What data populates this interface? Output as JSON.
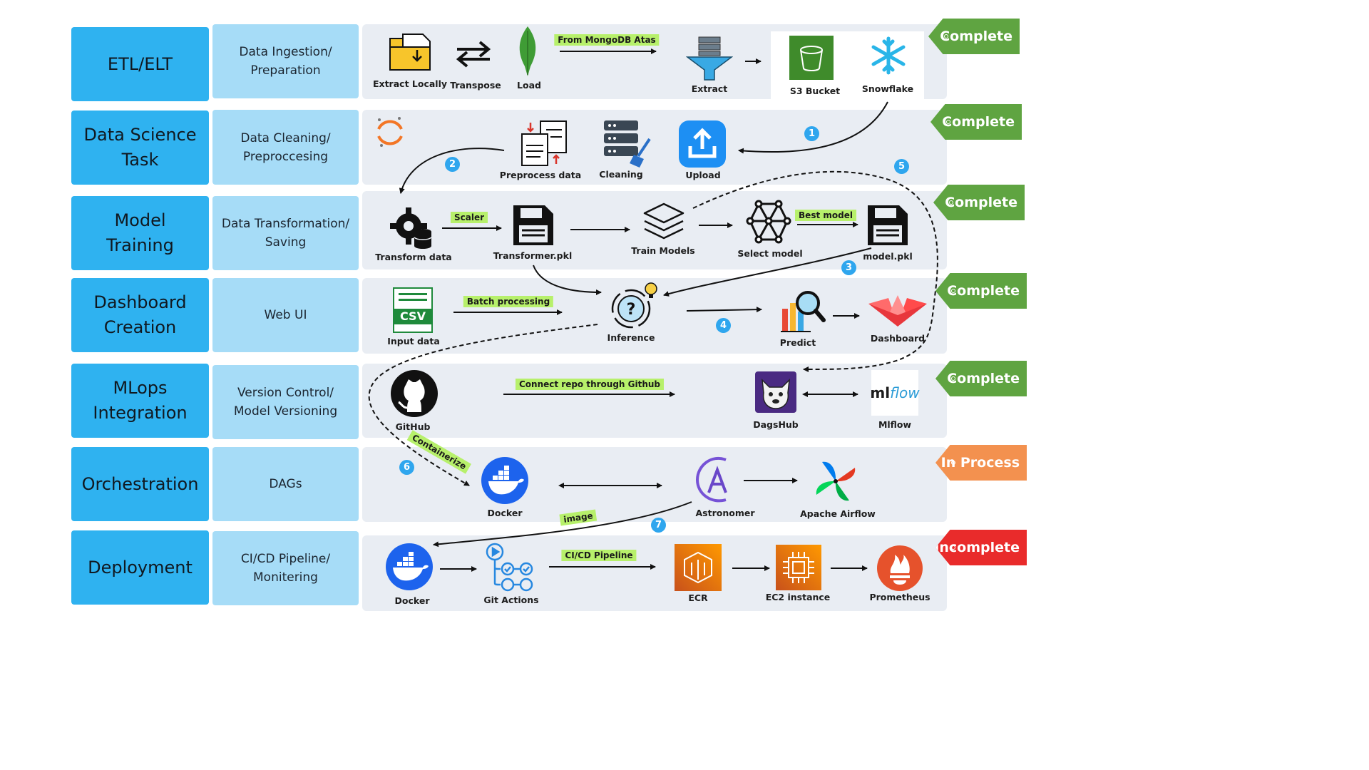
{
  "colors": {
    "stage_bg": "#2fb2f0",
    "task_bg": "#a6dcf7",
    "lane_bg": "#e9edf3",
    "status_complete": "#5fa441",
    "status_in_process": "#f3914f",
    "status_incomplete": "#e92b2b",
    "tag_bg": "#b7f06b",
    "step_bg": "#2fa6ee"
  },
  "rows": [
    {
      "stage": "ETL/ELT",
      "task": "Data Ingestion/\nPreparation",
      "status": "Complete",
      "nodes": [
        {
          "label": "Extract Locally",
          "icon": "folder-icon"
        },
        {
          "label": "Transpose",
          "icon": "swap-arrows-icon"
        },
        {
          "label": "Load",
          "icon": "mongodb-leaf-icon"
        },
        {
          "label": "Extract",
          "icon": "funnel-icon"
        },
        {
          "label": "S3 Bucket",
          "icon": "s3-bucket-icon"
        },
        {
          "label": "Snowflake",
          "icon": "snowflake-icon"
        }
      ],
      "tags": [
        "From MongoDB Atas"
      ]
    },
    {
      "stage": "Data Science\nTask",
      "task": "Data Cleaning/\nPreproccesing",
      "status": "Complete",
      "nodes": [
        {
          "label": "",
          "icon": "jupyter-icon"
        },
        {
          "label": "Preprocess data",
          "icon": "documents-icon"
        },
        {
          "label": "Cleaning",
          "icon": "server-broom-icon"
        },
        {
          "label": "Upload",
          "icon": "upload-icon"
        }
      ]
    },
    {
      "stage": "Model\nTraining",
      "task": "Data Transformation/\nSaving",
      "status": "Complete",
      "nodes": [
        {
          "label": "Transform data",
          "icon": "gear-database-icon"
        },
        {
          "label": "Transformer.pkl",
          "icon": "floppy-disk-icon"
        },
        {
          "label": "Train Models",
          "icon": "layers-icon"
        },
        {
          "label": "Select model",
          "icon": "network-icon"
        },
        {
          "label": "model.pkl",
          "icon": "floppy-disk-icon"
        }
      ],
      "tags": [
        "Scaler",
        "Best model"
      ]
    },
    {
      "stage": "Dashboard\nCreation",
      "task": "Web UI",
      "status": "Complete",
      "nodes": [
        {
          "label": "Input data",
          "icon": "csv-file-icon"
        },
        {
          "label": "Inference",
          "icon": "inference-icon"
        },
        {
          "label": "Predict",
          "icon": "chart-magnifier-icon"
        },
        {
          "label": "Dashboard",
          "icon": "streamlit-icon"
        }
      ],
      "tags": [
        "Batch processing"
      ],
      "csv_text": "CSV"
    },
    {
      "stage": "MLops\nIntegration",
      "task": "Version Control/\nModel Versioning",
      "status": "Complete",
      "nodes": [
        {
          "label": "GitHub",
          "icon": "github-icon"
        },
        {
          "label": "DagsHub",
          "icon": "dagshub-icon"
        },
        {
          "label": "Mlflow",
          "icon": "mlflow-icon"
        }
      ],
      "tags": [
        "Connect repo through Github"
      ],
      "mlflow_logo": {
        "ml": "ml",
        "flow": "flow"
      }
    },
    {
      "stage": "Orchestration",
      "task": "DAGs",
      "status": "In Process",
      "nodes": [
        {
          "label": "Docker",
          "icon": "docker-icon"
        },
        {
          "label": "Astronomer",
          "icon": "astronomer-icon"
        },
        {
          "label": "Apache Airflow",
          "icon": "airflow-icon"
        }
      ],
      "tags": [
        "Containerize",
        "image"
      ]
    },
    {
      "stage": "Deployment",
      "task": "CI/CD Pipeline/\nMonitering",
      "status": "Incomplete",
      "nodes": [
        {
          "label": "Docker",
          "icon": "docker-icon"
        },
        {
          "label": "Git Actions",
          "icon": "git-actions-icon"
        },
        {
          "label": "ECR",
          "icon": "ecr-icon"
        },
        {
          "label": "EC2 instance",
          "icon": "ec2-icon"
        },
        {
          "label": "Prometheus",
          "icon": "prometheus-icon"
        }
      ],
      "tags": [
        "CI/CD Pipeline"
      ]
    }
  ],
  "steps": [
    "1",
    "2",
    "3",
    "4",
    "5",
    "6",
    "7"
  ]
}
